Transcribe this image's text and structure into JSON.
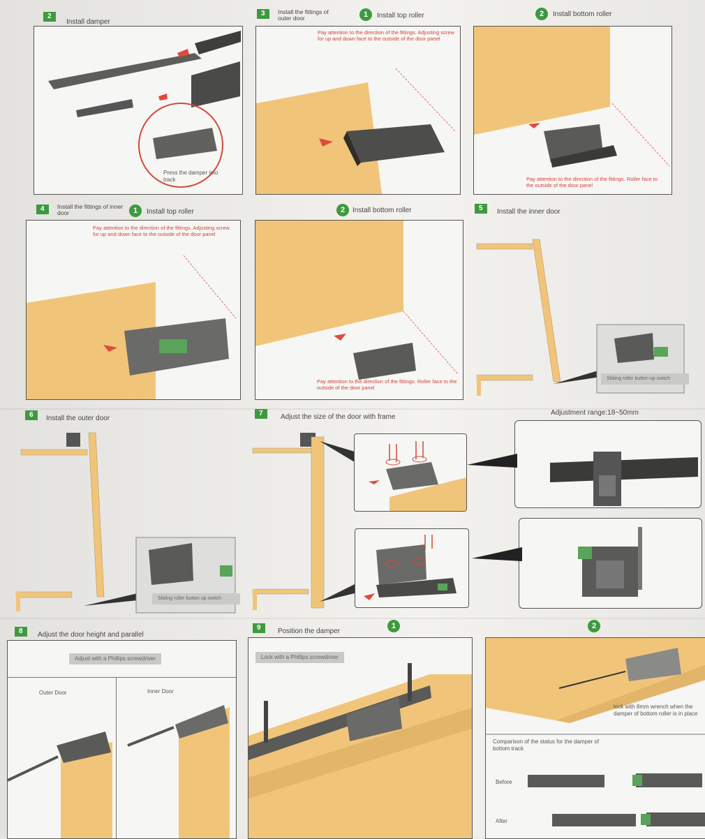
{
  "steps": {
    "s2": {
      "num": "2",
      "title": "Install damper",
      "note": "Press the damper into track"
    },
    "s3": {
      "num": "3",
      "title": "Install the fittings of outer door",
      "c1": "1",
      "c1_label": "Install top roller",
      "c2": "2",
      "c2_label": "Install bottom roller",
      "note_top": "Pay attention to the direction of the fittings. Adjusting screw for up and down face to the outside of the door panel",
      "note_bottom": "Pay attention to the direction of the fittings. Roller face to the outside of the door panel"
    },
    "s4": {
      "num": "4",
      "title": "Install the fittings of inner door",
      "c1": "1",
      "c1_label": "Install top roller",
      "c2": "2",
      "c2_label": "Install bottom roller",
      "note_top": "Pay attention to the direction of the fittings. Adjusting screw for up and down face to the outside of the door panel",
      "note_bottom": "Pay attention to the direction of the fittings. Roller face to the outside of the door panel"
    },
    "s5": {
      "num": "5",
      "title": "Install the inner door",
      "tag": "Sliding roller button up switch"
    },
    "s6": {
      "num": "6",
      "title": "Install the outer door",
      "tag": "Sliding roller button up switch"
    },
    "s7": {
      "num": "7",
      "title": "Adjust the size of the door with frame",
      "range": "Adjustment range:18~50mm"
    },
    "s8": {
      "num": "8",
      "title": "Adjust the door height and parallel",
      "tag": "Adjust with a Phillips screwdriver",
      "outer": "Outer Door",
      "inner": "Inner Door"
    },
    "s9": {
      "num": "9",
      "title": "Position the damper",
      "tag": "Lock with a Phillips screwdriver",
      "c1": "1",
      "c2": "2",
      "wrench": "lock with 8mm wrench when the damper of bottom roller is in place",
      "compare": "Comparison of the status for the damper of bottom track",
      "before": "Before",
      "after": "After"
    }
  },
  "colors": {
    "accent": "#3d9a3f",
    "wood": "#f0c57a",
    "note": "#d3423a"
  }
}
